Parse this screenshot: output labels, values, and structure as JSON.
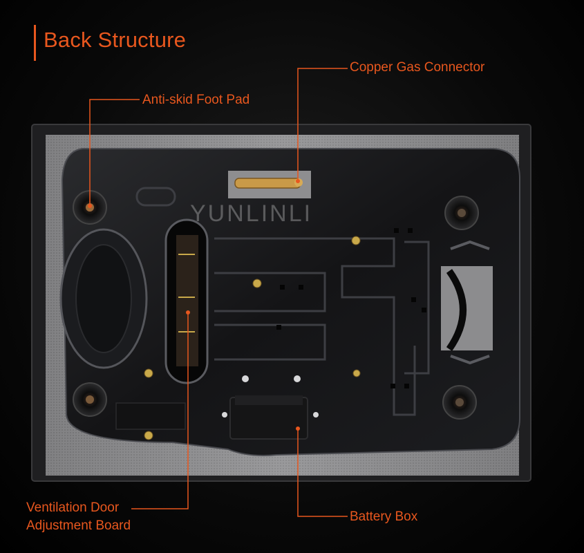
{
  "header": {
    "title": "Back Structure"
  },
  "watermark": "YUNLINLI",
  "callouts": {
    "copper_gas_connector": "Copper Gas Connector",
    "anti_skid_foot_pad": "Anti-skid Foot Pad",
    "ventilation_door_line1": "Ventilation Door",
    "ventilation_door_line2": "Adjustment Board",
    "battery_box": "Battery Box"
  },
  "colors": {
    "accent": "#e8571e",
    "background": "#0b0b0b",
    "plate": "#141416"
  }
}
